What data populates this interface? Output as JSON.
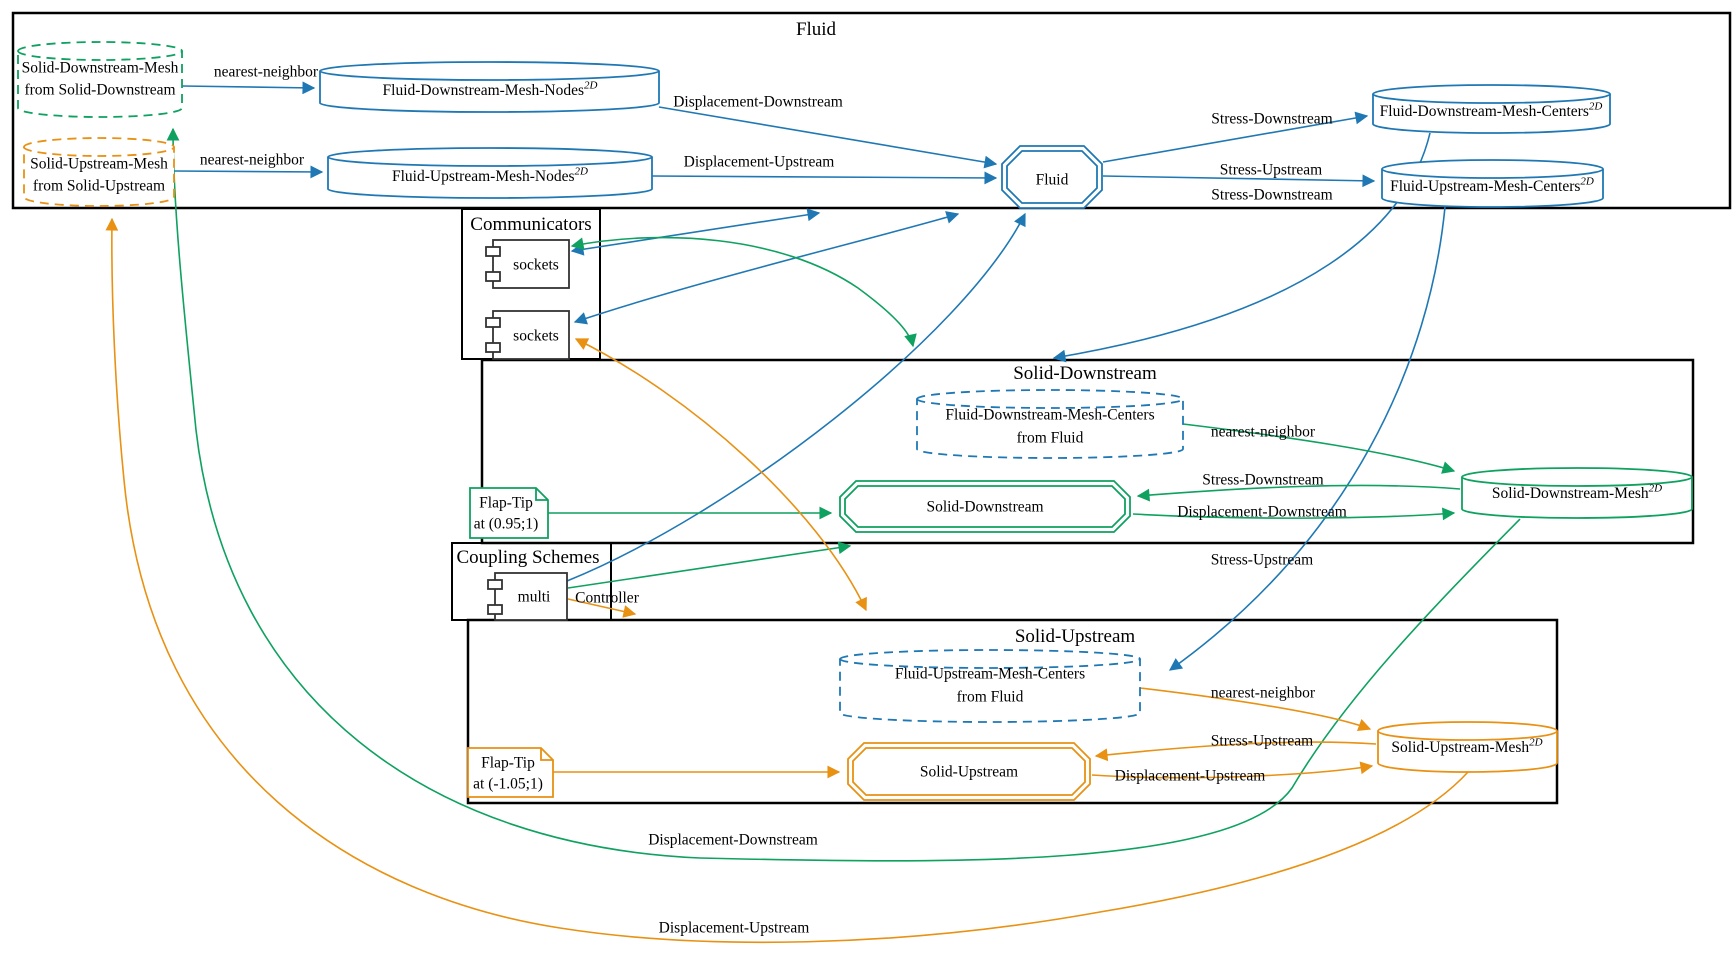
{
  "colors": {
    "fluid_blue": "#1f78b4",
    "solid_downstream_green": "#0ea15f",
    "solid_upstream_orange": "#e89112",
    "cluster_border": "#000000",
    "background": "#ffffff"
  },
  "clusters": {
    "fluid": {
      "label": "Fluid"
    },
    "communicators": {
      "label": "Communicators"
    },
    "solid_downstream": {
      "label": "Solid-Downstream"
    },
    "coupling_schemes": {
      "label": "Coupling Schemes"
    },
    "solid_upstream": {
      "label": "Solid-Upstream"
    }
  },
  "nodes": {
    "received_solid_downstream_mesh": {
      "line1": "Solid-Downstream-Mesh",
      "line2": "from Solid-Downstream"
    },
    "received_solid_upstream_mesh": {
      "line1": "Solid-Upstream-Mesh",
      "line2": "from Solid-Upstream"
    },
    "fluid_downstream_mesh_nodes": {
      "label": "Fluid-Downstream-Mesh-Nodes",
      "sup": "2D"
    },
    "fluid_upstream_mesh_nodes": {
      "label": "Fluid-Upstream-Mesh-Nodes",
      "sup": "2D"
    },
    "fluid_participant": {
      "label": "Fluid"
    },
    "fluid_downstream_mesh_centers": {
      "label": "Fluid-Downstream-Mesh-Centers",
      "sup": "2D"
    },
    "fluid_upstream_mesh_centers": {
      "label": "Fluid-Upstream-Mesh-Centers",
      "sup": "2D"
    },
    "sockets1": {
      "label": "sockets"
    },
    "sockets2": {
      "label": "sockets"
    },
    "received_fluid_downstream_mesh_centers": {
      "line1": "Fluid-Downstream-Mesh-Centers",
      "line2": "from Fluid"
    },
    "flap_tip_downstream": {
      "line1": "Flap-Tip",
      "line2": "at (0.95;1)"
    },
    "solid_downstream_participant": {
      "label": "Solid-Downstream"
    },
    "solid_downstream_mesh": {
      "label": "Solid-Downstream-Mesh",
      "sup": "2D"
    },
    "multi": {
      "label": "multi"
    },
    "received_fluid_upstream_mesh_centers": {
      "line1": "Fluid-Upstream-Mesh-Centers",
      "line2": "from Fluid"
    },
    "flap_tip_upstream": {
      "line1": "Flap-Tip",
      "line2": "at (-1.05;1)"
    },
    "solid_upstream_participant": {
      "label": "Solid-Upstream"
    },
    "solid_upstream_mesh": {
      "label": "Solid-Upstream-Mesh",
      "sup": "2D"
    }
  },
  "edge_labels": {
    "nn_fluid_downstream": "nearest-neighbor",
    "nn_fluid_upstream": "nearest-neighbor",
    "disp_down_fluid": "Displacement-Downstream",
    "disp_up_fluid": "Displacement-Upstream",
    "stress_down_fluid": "Stress-Downstream",
    "stress_up_fluid": "Stress-Upstream",
    "stress_down_exchange": "Stress-Downstream",
    "stress_up_exchange": "Stress-Upstream",
    "controller": "Controller",
    "nn_solid_downstream": "nearest-neighbor",
    "stress_down_sd": "Stress-Downstream",
    "disp_down_sd": "Displacement-Downstream",
    "nn_solid_upstream": "nearest-neighbor",
    "stress_up_su": "Stress-Upstream",
    "disp_up_su": "Displacement-Upstream",
    "disp_down_long": "Displacement-Downstream",
    "disp_up_long": "Displacement-Upstream"
  }
}
